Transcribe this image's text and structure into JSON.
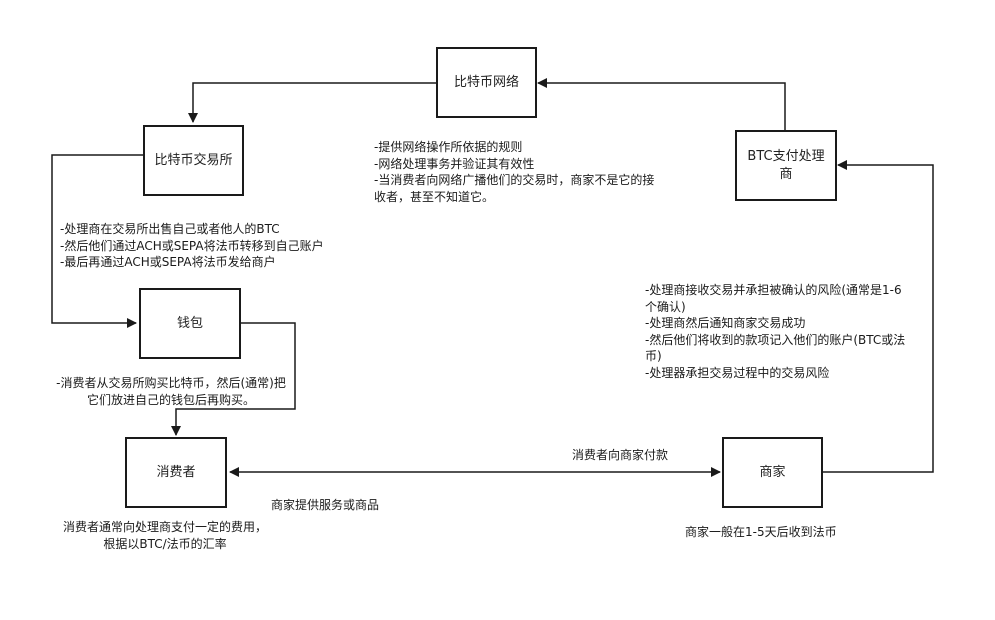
{
  "nodes": {
    "btc_network": "比特币网络",
    "exchange": "比特币交易所",
    "btc_processor": "BTC支付处理\n商",
    "wallet": "钱包",
    "consumer": "消费者",
    "merchant": "商家"
  },
  "notes": {
    "network_rules": "-提供网络操作所依据的规则\n-网络处理事务并验证其有效性\n-当消费者向网络广播他们的交易时，商家不是它的接\n收者，甚至不知道它。",
    "exchange_steps": "-处理商在交易所出售自己或者他人的BTC\n-然后他们通过ACH或SEPA将法币转移到自己账户\n-最后再通过ACH或SEPA将法币发给商户",
    "processor_steps": "-处理商接收交易并承担被确认的风险(通常是1-6\n个确认)\n-处理商然后通知商家交易成功\n-然后他们将收到的款项记入他们的账户(BTC或法\n币)\n-处理器承担交易过程中的交易风险",
    "consumer_buy": "-消费者从交易所购买比特币，然后(通常)把\n它们放进自己的钱包后再购买。",
    "consumer_pays": "消费者向商家付款",
    "merchant_provides": "商家提供服务或商品",
    "consumer_fee": "消费者通常向处理商支付一定的费用，\n根据以BTC/法币的汇率",
    "merchant_fiat": "商家一般在1-5天后收到法币"
  }
}
